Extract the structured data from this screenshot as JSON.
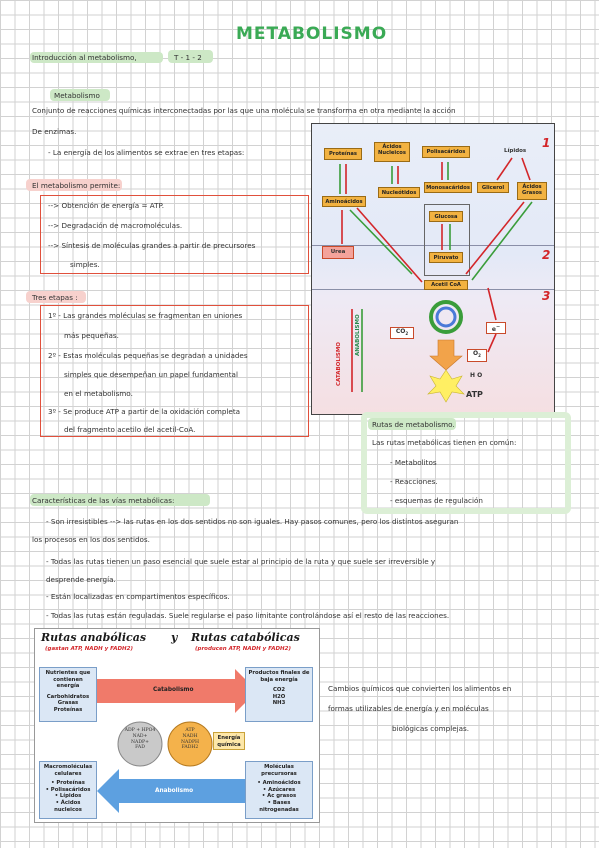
{
  "title": "METABOLISMO",
  "intro": {
    "label": "Introducción al metabolismo,",
    "chapter": "T - 1 - 2"
  },
  "metabolismo": {
    "heading": "Metabolismo",
    "definition_line1": "Conjunto de reacciones químicas interconectadas por las que una molécula se transforma en otra mediante la acción",
    "definition_line2": "De enzimas.",
    "energy_line": "- La energía de los alimentos se extrae en tres etapas:"
  },
  "permite": {
    "heading": "El metabolismo permite:",
    "items": [
      "--> Obtención de energía = ATP.",
      "--> Degradación de macromoléculas.",
      "--> Síntesis de moléculas grandes a partir de precursores",
      "simples."
    ]
  },
  "etapas": {
    "heading": "Tres etapas :",
    "lines": [
      "1º - Las grandes moléculas se fragmentan en uniones",
      "más pequeñas.",
      "2º - Estas moléculas pequeñas se degradan a unidades",
      "simples que desempeñan un papel fundamental",
      "en el metabolismo.",
      "3º - Se produce ATP a partir de la oxidación completa",
      "del fragmento acetilo del acetil-CoA."
    ]
  },
  "map": {
    "labels": {
      "proteinas": "Proteínas",
      "acidos_nucleicos": "Ácidos Nucleicos",
      "polisacaridos": "Polisacáridos",
      "lipidos": "Lípidos",
      "nucleotidos": "Nucleótidos",
      "monosacaridos": "Monosacáridos",
      "glicerol": "Glicerol",
      "acidos_grasos": "Ácidos Grasos",
      "aminoacidos": "Aminoácidos",
      "glucosa": "Glucosa",
      "urea": "Urea",
      "piruvato": "Piruvato",
      "acetilcoa": "Acetil CoA",
      "co2": "CO",
      "co2_sub": "2",
      "electron": "e",
      "o2": "O",
      "o2_sub": "2",
      "h2o": "H O",
      "h2o_sub": "2",
      "atp": "ATP",
      "catabolismo": "CATABOLISMO",
      "anabolismo": "ANABOLISMO"
    },
    "stages": [
      "1",
      "2",
      "3"
    ]
  },
  "rutas": {
    "heading": "Rutas de metabolismo.",
    "intro": "Las rutas metabólicas tienen en común:",
    "items": [
      "- Metabolitos",
      "- Reacciones.",
      "- esquemas de regulación"
    ]
  },
  "caracteristicas": {
    "heading": "Características de las vías metabólicas:",
    "lines": [
      "- Son irresistibles --> las rutas en los dos sentidos no son iguales. Hay pasos comunes, pero los distintos aseguran",
      "los procesos en los dos sentidos.",
      "- Todas las rutas tienen un paso esencial que suele estar al principio de la ruta y que suele ser irreversible y",
      "desprende energía.",
      "- Están localizadas en compartimentos específicos.",
      "- Todas las rutas están reguladas. Suele regularse el paso limitante controlándose así el resto de las reacciones."
    ]
  },
  "diagram": {
    "title_left": "Rutas anabólicas",
    "title_y": "y",
    "title_right": "Rutas catabólicas",
    "sub_left": "(gastan ATP, NADH y FADH2)",
    "sub_right": "(producen ATP, NADH y FADH2)",
    "nutrients_title": "Nutrientes que contienen energía",
    "nutrients_items": "Carbohidratos\nGrasas\nProteínas",
    "products_title": "Productos finales de baja energía",
    "products_items": "CO2\nH2O\nNH3",
    "catabolismo": "Catabolismo",
    "anabolismo": "Anabolismo",
    "low_energy": "ADP + HPO4\nNAD+\nNADP+\nFAD",
    "high_energy": "ATP\nNADH\nNADPH\nFADH2",
    "energia_quimica": "Energía química",
    "macro_title": "Macromoléculas celulares",
    "macro_items": "• Proteínas\n• Polisacáridos\n• Lípidos\n• Ácidos nucleicos",
    "precursor_title": "Moléculas precursoras",
    "precursor_items": "• Aminoácidos\n• Azúcares\n• Ac grasos\n• Bases nitrogenadas"
  },
  "cambios": {
    "lines": [
      "Cambios químicos que convierten los alimentos en",
      "formas utilizables de energía y en moléculas",
      "biológicas complejas."
    ]
  },
  "colors": {
    "title": "#3aaa55",
    "highlight_green": "#cde8c6",
    "highlight_pink": "#f7d1cd",
    "box_red": "#e0503c",
    "orange_box": "#f2b241"
  }
}
